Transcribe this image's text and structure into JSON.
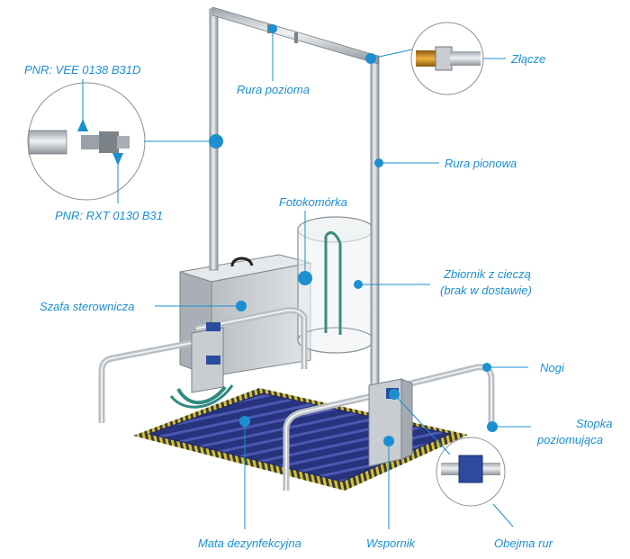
{
  "colors": {
    "accent": "#1b8fd0",
    "pipe": "#c9ced3",
    "cabinet": "#cfd3d7",
    "mat": "#2d3a8c",
    "mat_edge": "#c8b82a",
    "clamp": "#2c4a9e"
  },
  "labels": {
    "pnr_top": "PNR: VEE 0138 B31D",
    "pnr_bottom": "PNR: RXT 0130 B31",
    "rura_pozioma": "Rura pozioma",
    "zlacze": "Złącze",
    "rura_pionowa": "Rura pionowa",
    "fotokomorka": "Fotokomórka",
    "zbiornik_line1": "Zbiornik z cieczą",
    "zbiornik_line2": "(brak w dostawie)",
    "szafa": "Szafa sterownicza",
    "nogi": "Nogi",
    "stopka_line1": "Stopka",
    "stopka_line2": "poziomująca",
    "mata": "Mata dezynfekcyjna",
    "wspornik": "Wspornik",
    "obejma": "Obejma rur"
  }
}
